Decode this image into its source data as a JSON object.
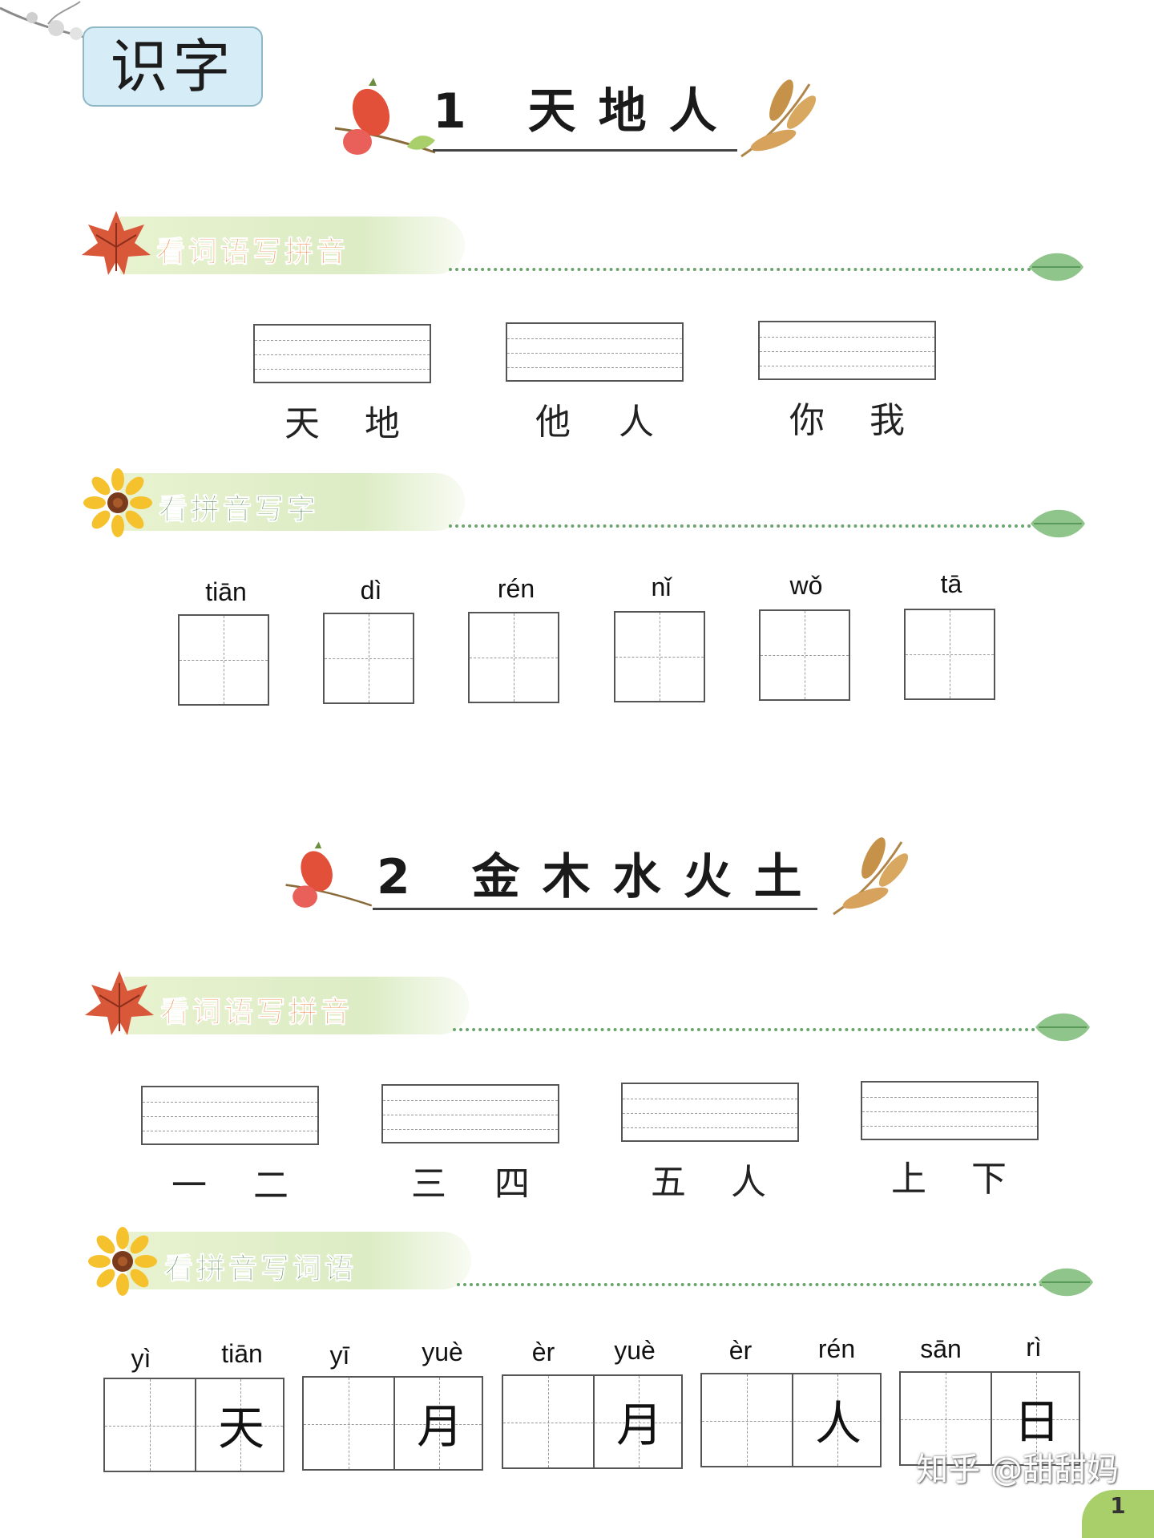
{
  "unit_tag": "识字",
  "lessons": [
    {
      "title": "1 天地人",
      "section1": {
        "label": "看词语写拼音",
        "words": [
          {
            "c1": "天",
            "c2": "地"
          },
          {
            "c1": "他",
            "c2": "人"
          },
          {
            "c1": "你",
            "c2": "我"
          }
        ]
      },
      "section2": {
        "label": "看拼音写字",
        "pinyin": [
          "tiān",
          "dì",
          "rén",
          "nǐ",
          "wǒ",
          "tā"
        ]
      }
    },
    {
      "title": "2 金木水火土",
      "section1": {
        "label": "看词语写拼音",
        "words": [
          {
            "c1": "一",
            "c2": "二"
          },
          {
            "c1": "三",
            "c2": "四"
          },
          {
            "c1": "五",
            "c2": "人"
          },
          {
            "c1": "上",
            "c2": "下"
          }
        ]
      },
      "section2": {
        "label": "看拼音写词语",
        "items": [
          {
            "p1": "yì",
            "p2": "tiān",
            "given": "天"
          },
          {
            "p1": "yī",
            "p2": "yuè",
            "given": "月"
          },
          {
            "p1": "èr",
            "p2": "yuè",
            "given": "月"
          },
          {
            "p1": "èr",
            "p2": "rén",
            "given": "人"
          },
          {
            "p1": "sān",
            "p2": "rì",
            "given": "日"
          }
        ]
      }
    }
  ],
  "watermark": "知乎 @甜甜妈",
  "page_number": "1",
  "colors": {
    "banner_orange": "#ef7a2d",
    "banner_green": "#3f7a3c",
    "accent_green": "#a9cf6b",
    "tag_blue": "#d6edf7"
  }
}
